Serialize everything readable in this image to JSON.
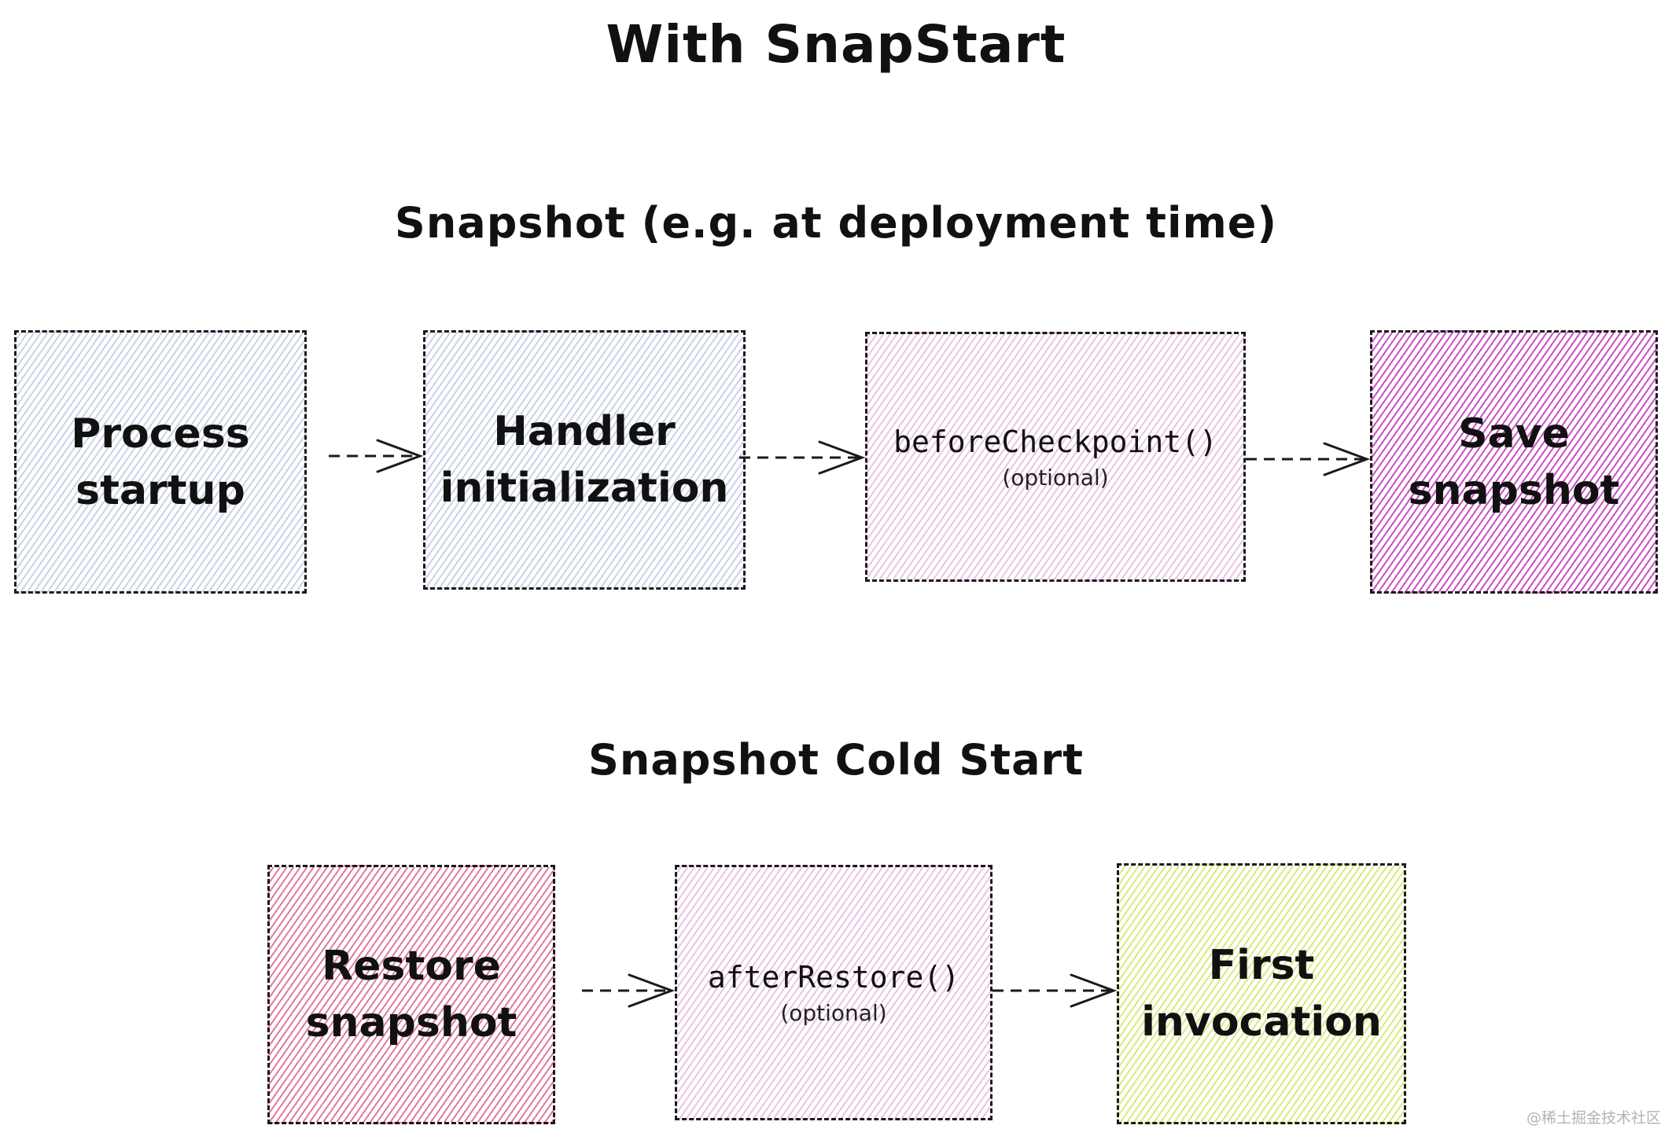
{
  "title": "With SnapStart",
  "sections": [
    {
      "title": "Snapshot (e.g. at deployment time)",
      "steps": [
        {
          "label": "Process\nstartup",
          "note": "",
          "color": "#c9d3e6"
        },
        {
          "label": "Handler\ninitialization",
          "note": "",
          "color": "#c9d3e6"
        },
        {
          "label": "beforeCheckpoint()",
          "note": "(optional)",
          "color": "#e8c4e6"
        },
        {
          "label": "Save\nsnapshot",
          "note": "",
          "color": "#c84fc2"
        }
      ]
    },
    {
      "title": "Snapshot Cold Start",
      "steps": [
        {
          "label": "Restore\nsnapshot",
          "note": "",
          "color": "#e07a9c"
        },
        {
          "label": "afterRestore()",
          "note": "(optional)",
          "color": "#e8c4e6"
        },
        {
          "label": "First\ninvocation",
          "note": "",
          "color": "#d6ec7c"
        }
      ]
    }
  ],
  "watermark": "@稀土掘金技术社区"
}
